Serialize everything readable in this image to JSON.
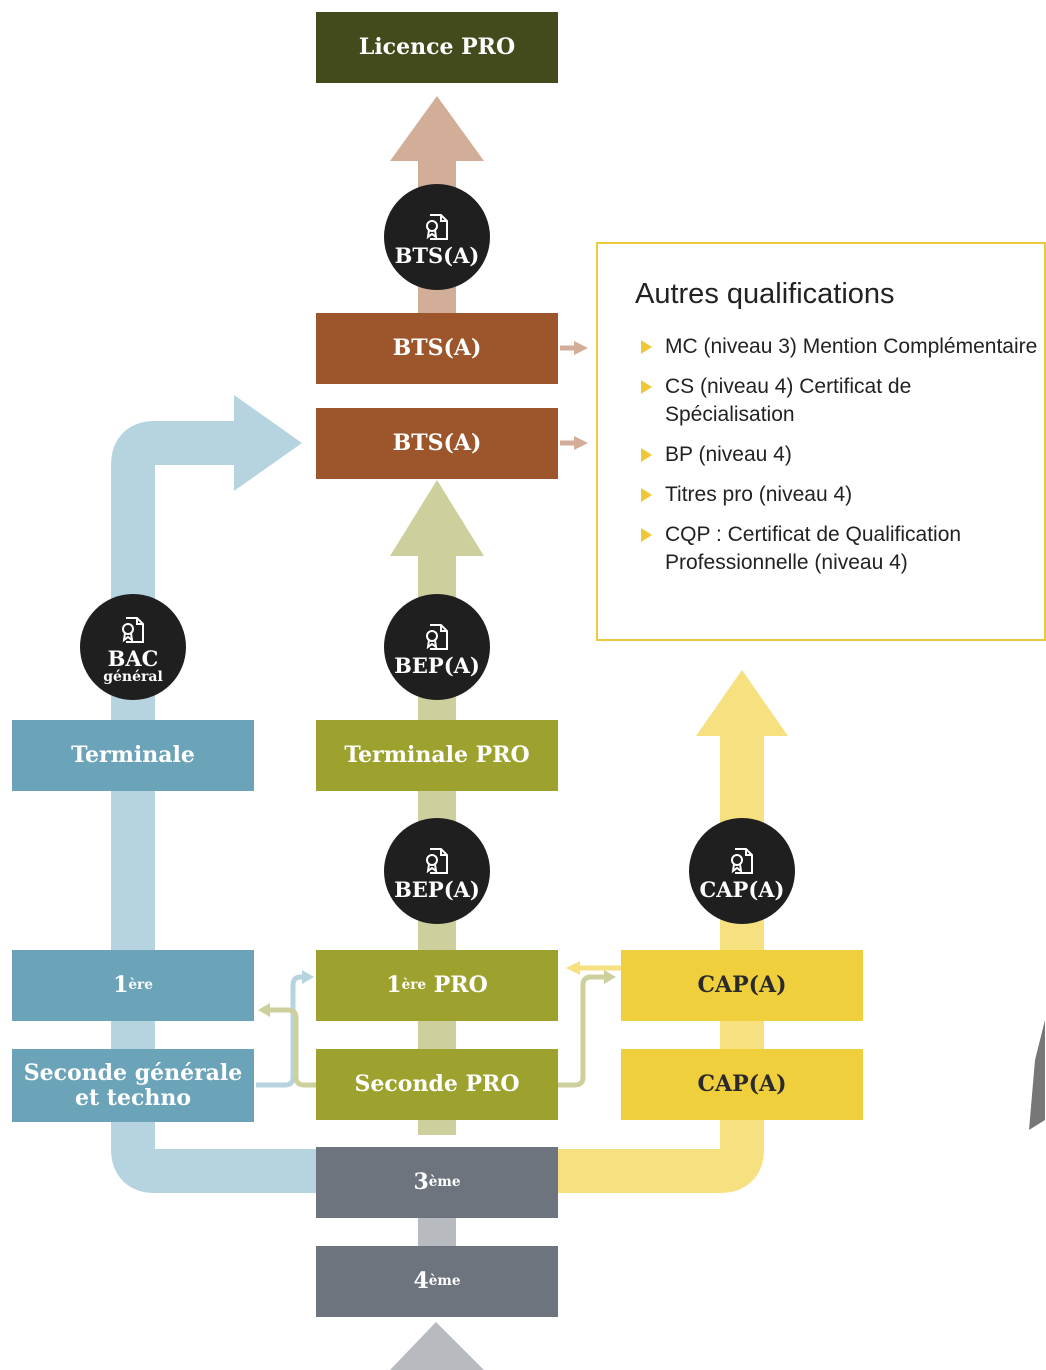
{
  "title": "Licence PRO",
  "levels": {
    "terminale": "Terminale",
    "premiere": "1",
    "premiere_sup": "ère",
    "seconde_generale": "Seconde générale et techno",
    "terminale_pro": "Terminale PRO",
    "premiere_pro": "1",
    "premiere_pro_sup": "ère",
    "premiere_pro_suffix": " PRO",
    "seconde_pro": "Seconde PRO",
    "cap_top": "CAP(A)",
    "cap_bottom": "CAP(A)",
    "bts_top": "BTS(A)",
    "bts_bottom": "BTS(A)",
    "troisieme": "3",
    "troisieme_sup": "ème",
    "quatrieme": "4",
    "quatrieme_sup": "ème"
  },
  "badges": {
    "bts": "BTS(A)",
    "bac": "BAC",
    "bac_sub": "général",
    "bep_upper": "BEP(A)",
    "bep_lower": "BEP(A)",
    "cap": "CAP(A)"
  },
  "panel": {
    "title": "Autres qualifications",
    "items": [
      "MC (niveau 3) Mention Complémentaire",
      "CS (niveau 4) Certificat de Spécialisation",
      "BP (niveau 4)",
      "Titres pro (niveau 4)",
      "CQP : Certificat de Qualification Professionnelle (niveau 4)"
    ]
  },
  "colors": {
    "olive_dark": "#434b1c",
    "brown": "#9d552b",
    "blue": "#6ba4b9",
    "blue_light": "#b6d4df",
    "green": "#9da22f",
    "green_light": "#cdd09c",
    "yellow": "#f0cf3c",
    "yellow_light": "#f6e07f",
    "gray": "#6d747d",
    "gray_light": "#b7bbc0",
    "tan": "#d2ad97",
    "badge": "#1f1f1f",
    "panel_border": "#ecc93f"
  },
  "icons": [
    "certificate-icon",
    "bullet-triangle-icon",
    "arrow-up-icon",
    "arrow-right-icon"
  ]
}
